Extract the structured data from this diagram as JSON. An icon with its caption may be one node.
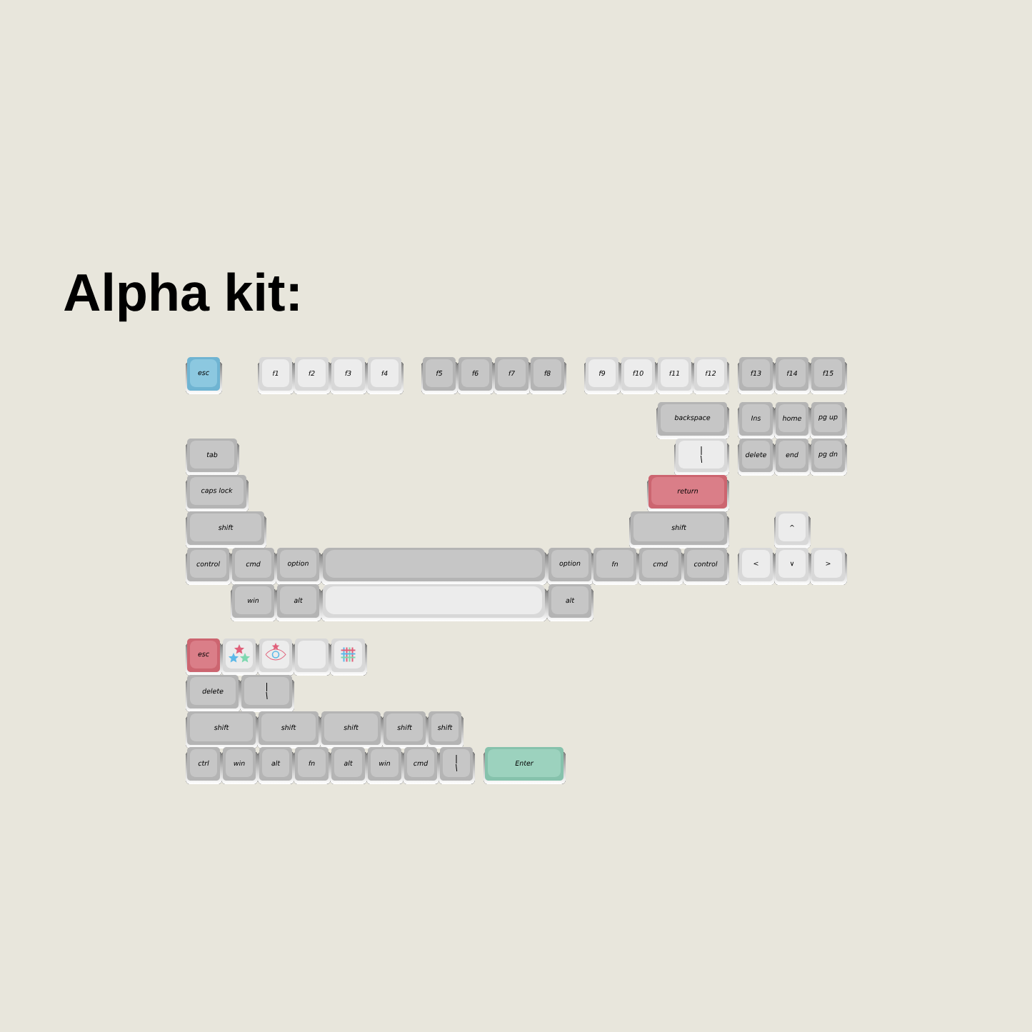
{
  "diagram": {
    "title": "Alpha kit:",
    "nodes": [
      {
        "text": [
          "esc"
        ]
      },
      {
        "text": [
          "f1"
        ]
      },
      {
        "text": [
          "f2"
        ]
      },
      {
        "text": [
          "f3"
        ]
      },
      {
        "text": [
          "f4"
        ]
      },
      {
        "text": [
          "f5"
        ]
      },
      {
        "text": [
          "f6"
        ]
      },
      {
        "text": [
          "f7"
        ]
      },
      {
        "text": [
          "f8"
        ]
      },
      {
        "text": [
          "f9"
        ]
      },
      {
        "text": [
          "f10"
        ]
      },
      {
        "text": [
          "f11"
        ]
      },
      {
        "text": [
          "f12"
        ]
      },
      {
        "text": [
          "f13"
        ]
      },
      {
        "text": [
          "f14"
        ]
      },
      {
        "text": [
          "f15"
        ]
      },
      {
        "text": [
          "backspace"
        ]
      },
      {
        "text": [
          "Ins"
        ]
      },
      {
        "text": [
          "home"
        ]
      },
      {
        "text": [
          "pg up"
        ]
      },
      {
        "text": [
          "tab"
        ]
      },
      {
        "text": [
          "|",
          "\\"
        ]
      },
      {
        "text": [
          "delete"
        ]
      },
      {
        "text": [
          "end"
        ]
      },
      {
        "text": [
          "pg dn"
        ]
      },
      {
        "text": [
          "caps lock"
        ]
      },
      {
        "text": [
          "return"
        ]
      },
      {
        "text": [
          "shift"
        ]
      },
      {
        "text": [
          "shift"
        ]
      },
      {
        "text": [
          "^"
        ]
      },
      {
        "text": [
          "control"
        ]
      },
      {
        "text": [
          "cmd"
        ]
      },
      {
        "text": [
          "option"
        ]
      },
      {
        "text": [],
        "shape": "bar"
      },
      {
        "text": [
          "option"
        ]
      },
      {
        "text": [
          "fn"
        ]
      },
      {
        "text": [
          "cmd"
        ]
      },
      {
        "text": [
          "control"
        ]
      },
      {
        "text": [
          "<"
        ]
      },
      {
        "text": [
          "∨"
        ]
      },
      {
        "text": [
          ">"
        ]
      },
      {
        "text": [
          "win"
        ]
      },
      {
        "text": [
          "alt"
        ]
      },
      {
        "text": [],
        "shape": "bar"
      },
      {
        "text": [
          "alt"
        ]
      },
      {
        "text": [
          "esc"
        ]
      },
      {
        "text": [],
        "shape": "picture"
      },
      {
        "text": [],
        "shape": "picture"
      },
      {
        "text": [],
        "shape": "box"
      },
      {
        "text": [],
        "shape": "picture"
      },
      {
        "text": [
          "delete"
        ]
      },
      {
        "text": [
          "|",
          "\\"
        ]
      },
      {
        "text": [
          "shift"
        ]
      },
      {
        "text": [
          "shift"
        ]
      },
      {
        "text": [
          "shift"
        ]
      },
      {
        "text": [
          "shift"
        ]
      },
      {
        "text": [
          "shift"
        ]
      },
      {
        "text": [
          "ctrl"
        ]
      },
      {
        "text": [
          "win"
        ]
      },
      {
        "text": [
          "alt"
        ]
      },
      {
        "text": [
          "fn"
        ]
      },
      {
        "text": [
          "alt"
        ]
      },
      {
        "text": [
          "win"
        ]
      },
      {
        "text": [
          "cmd"
        ]
      },
      {
        "text": [
          "|",
          "\\"
        ]
      },
      {
        "text": [
          "Enter"
        ]
      }
    ]
  }
}
